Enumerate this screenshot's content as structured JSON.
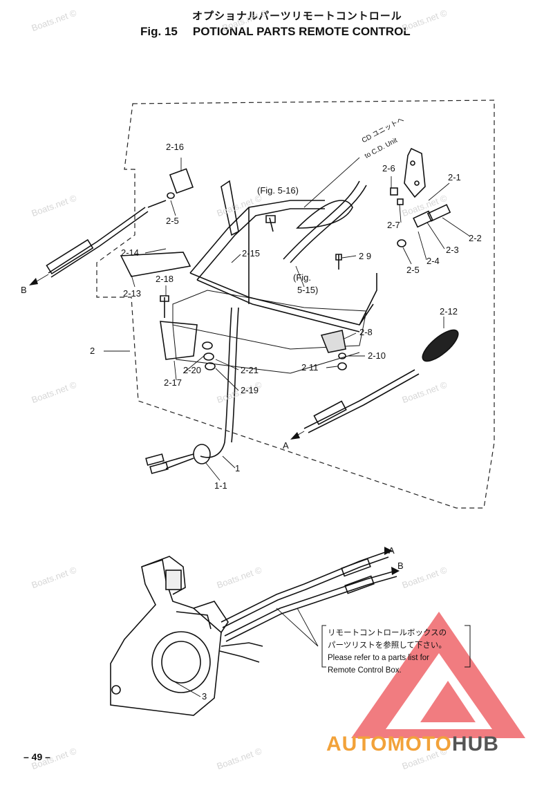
{
  "header": {
    "title_jp": "オプショナルパーツリモートコントロール",
    "fig_label": "Fig. 15",
    "title_en": "POTIONAL PARTS REMOTE CONTROL"
  },
  "watermark_text": "Boats.net ©",
  "cross_refs": {
    "cd_unit_jp": "CD ユニットへ",
    "cd_unit_en": "to C.D. Unit",
    "fig_5_16": "(Fig. 5-16)",
    "fig_5_15_a": "(Fig.",
    "fig_5_15_b": "5-15)"
  },
  "callouts": [
    {
      "id": "c1",
      "text": "2-16"
    },
    {
      "id": "c2",
      "text": "2-5"
    },
    {
      "id": "c3",
      "text": "2-14"
    },
    {
      "id": "c4",
      "text": "2-13"
    },
    {
      "id": "c5",
      "text": "2-18"
    },
    {
      "id": "c6",
      "text": "2-15"
    },
    {
      "id": "c7",
      "text": "2-6"
    },
    {
      "id": "c8",
      "text": "2-1"
    },
    {
      "id": "c9",
      "text": "2-7"
    },
    {
      "id": "c10",
      "text": "2-2"
    },
    {
      "id": "c11",
      "text": "2-3"
    },
    {
      "id": "c12",
      "text": "2-4"
    },
    {
      "id": "c13",
      "text": "2-5"
    },
    {
      "id": "c14",
      "text": "2 9"
    },
    {
      "id": "c15",
      "text": "2-8"
    },
    {
      "id": "c16",
      "text": "2-12"
    },
    {
      "id": "c17",
      "text": "2-10"
    },
    {
      "id": "c18",
      "text": "2 11"
    },
    {
      "id": "c19",
      "text": "2"
    },
    {
      "id": "c20",
      "text": "2-20"
    },
    {
      "id": "c21",
      "text": "2-21"
    },
    {
      "id": "c22",
      "text": "2-17"
    },
    {
      "id": "c23",
      "text": "2-19"
    },
    {
      "id": "c24",
      "text": "1"
    },
    {
      "id": "c25",
      "text": "1-1"
    },
    {
      "id": "c26",
      "text": "3"
    }
  ],
  "arrows": {
    "b_left": "B",
    "a_left": "A",
    "a_right": "A",
    "b_right": "B"
  },
  "note": {
    "line1": "リモートコントロールボックスの",
    "line2": "パーツリストを参照して下さい。",
    "line3": "Please refer to a parts list for",
    "line4": "Remote Control Box."
  },
  "page_number": "– 49 –",
  "brand": {
    "part1": "AUTOMOTO",
    "part2": "HUB",
    "color1": "#f2a23a",
    "color2": "#555555",
    "logo_color": "#e8262d"
  }
}
